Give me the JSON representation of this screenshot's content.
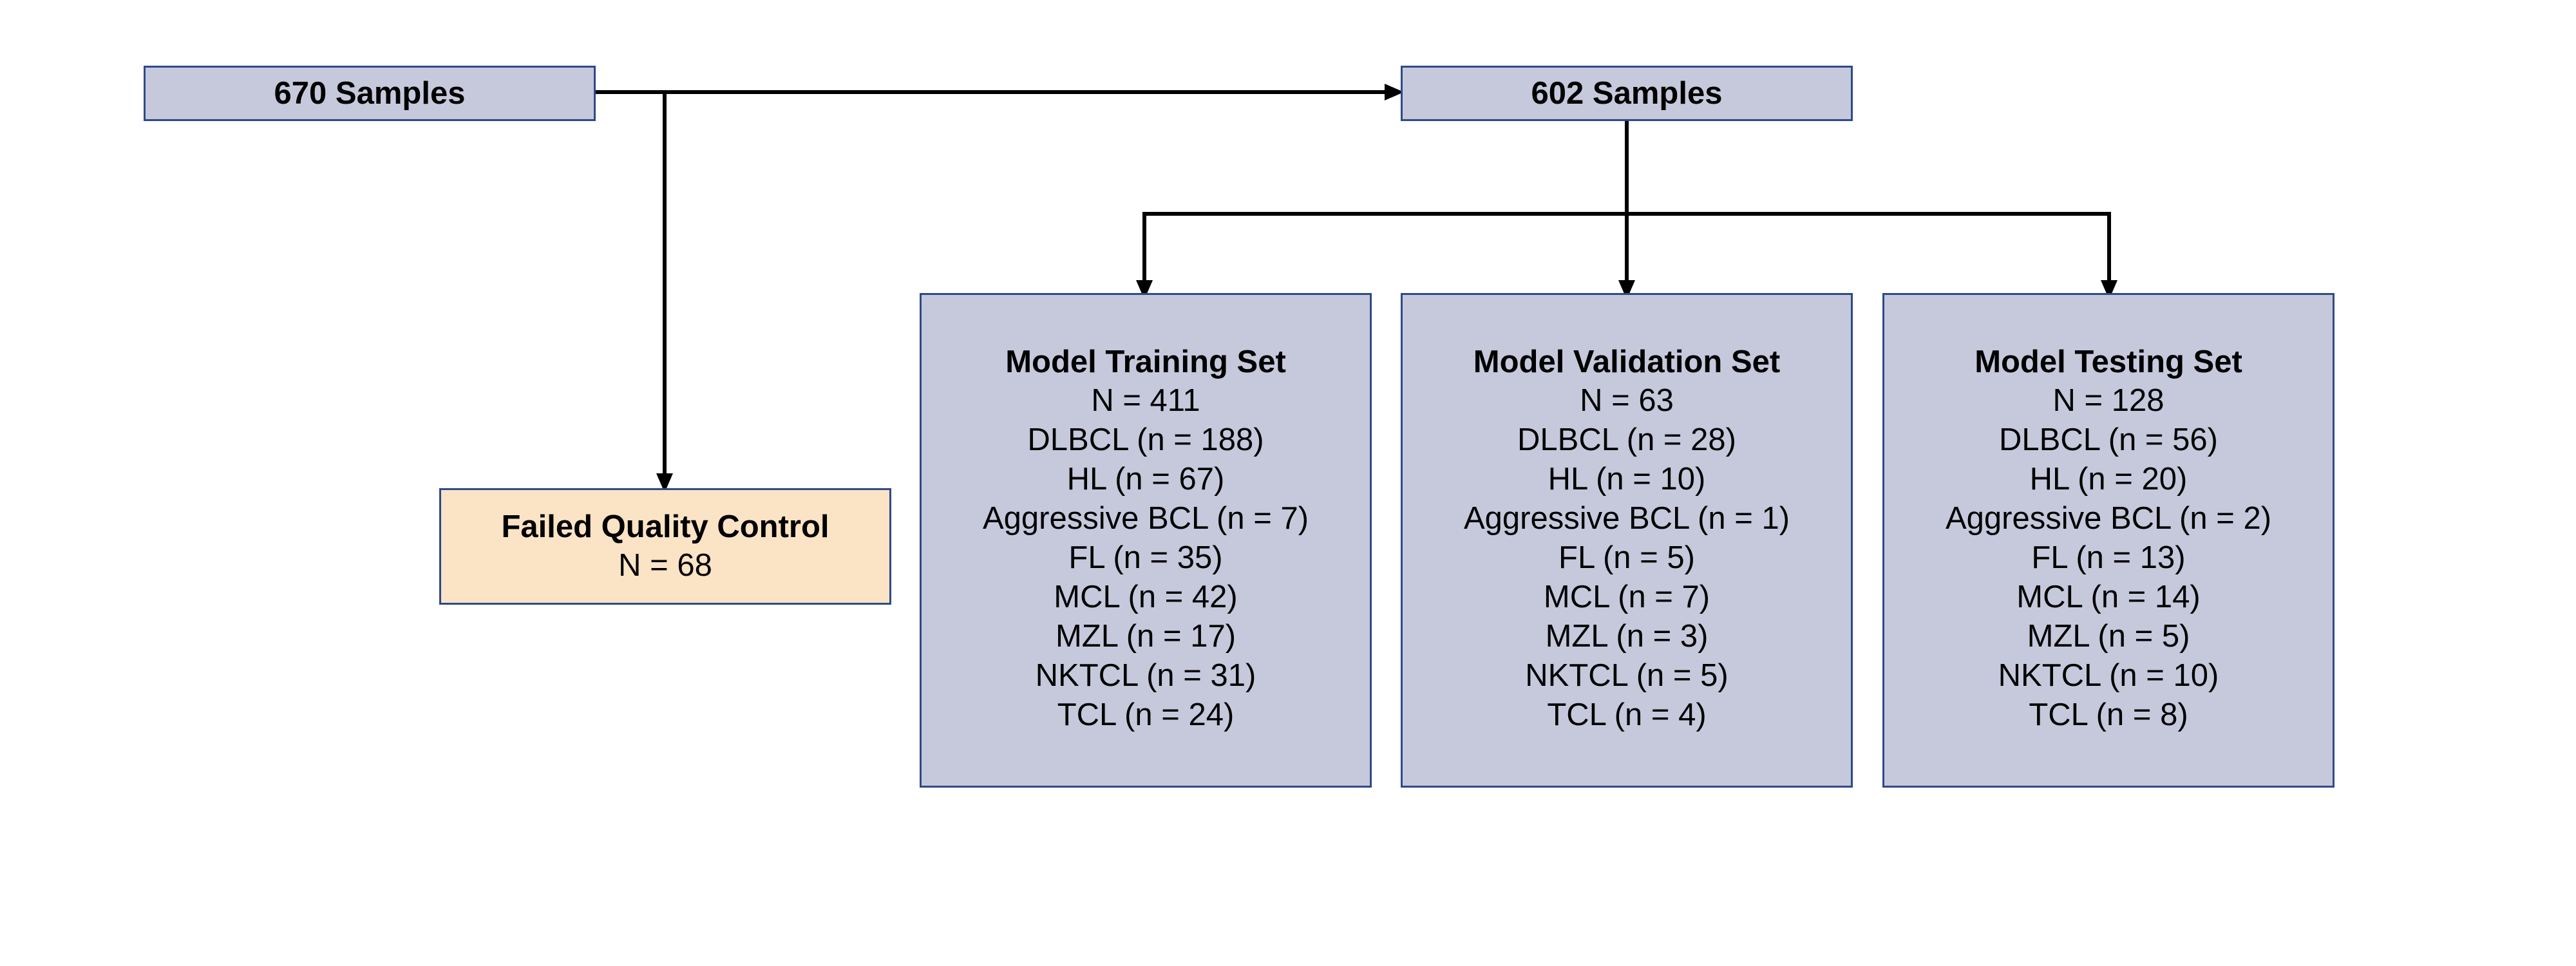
{
  "colors": {
    "box_fill": "#c6c9dc",
    "failed_fill": "#fbe3c5",
    "border": "#2e4a87",
    "arrow": "#000000"
  },
  "nodes": {
    "start": {
      "label": "670 Samples"
    },
    "passed": {
      "label": "602 Samples"
    },
    "failed": {
      "title": "Failed Quality Control",
      "count": "N = 68"
    },
    "training": {
      "title": "Model Training Set",
      "lines": [
        "N = 411",
        "DLBCL (n = 188)",
        "HL (n = 67)",
        "Aggressive BCL (n = 7)",
        "FL (n = 35)",
        "MCL (n = 42)",
        "MZL (n = 17)",
        "NKTCL (n = 31)",
        "TCL (n = 24)"
      ]
    },
    "validation": {
      "title": "Model Validation Set",
      "lines": [
        "N = 63",
        "DLBCL (n = 28)",
        "HL (n = 10)",
        "Aggressive BCL (n = 1)",
        "FL (n = 5)",
        "MCL (n = 7)",
        "MZL (n = 3)",
        "NKTCL (n = 5)",
        "TCL (n = 4)"
      ]
    },
    "testing": {
      "title": "Model Testing Set",
      "lines": [
        "N = 128",
        "DLBCL (n = 56)",
        "HL (n = 20)",
        "Aggressive BCL (n = 2)",
        "FL (n = 13)",
        "MCL (n = 14)",
        "MZL (n = 5)",
        "NKTCL (n = 10)",
        "TCL (n = 8)"
      ]
    }
  }
}
